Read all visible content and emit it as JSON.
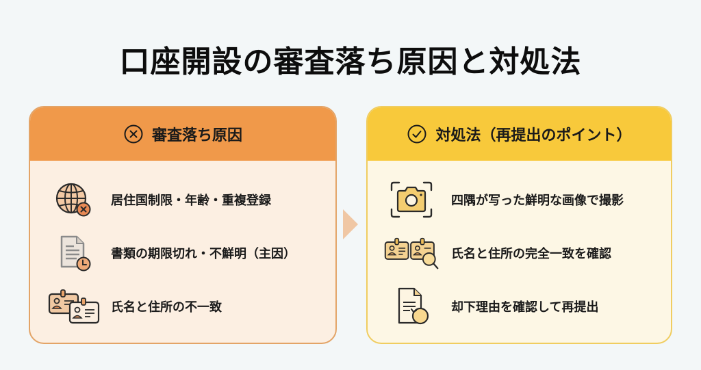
{
  "title": "口座開設の審査落ち原因と対処法",
  "colors": {
    "background": "#f3f7f8",
    "left_header": "#f0994a",
    "left_body": "#fcefe2",
    "left_border": "#e3a467",
    "right_header": "#f8c93b",
    "right_body": "#fdf7e5",
    "right_border": "#f0cd60",
    "arrow": "#f0c7a4"
  },
  "left_panel": {
    "header_icon": "circle-x-icon",
    "header": "審査落ち原因",
    "items": [
      {
        "icon": "globe-x-icon",
        "label": "居住国制限・年齢・重複登録"
      },
      {
        "icon": "document-clock-icon",
        "label": "書類の期限切れ・不鮮明（主因）"
      },
      {
        "icon": "id-cards-icon",
        "label": "氏名と住所の不一致"
      }
    ]
  },
  "right_panel": {
    "header_icon": "circle-check-icon",
    "header": "対処法（再提出のポイント）",
    "items": [
      {
        "icon": "camera-frame-icon",
        "label": "四隅が写った鮮明な画像で撮影"
      },
      {
        "icon": "id-cards-search-icon",
        "label": "氏名と住所の完全一致を確認"
      },
      {
        "icon": "document-resubmit-icon",
        "label": "却下理由を確認して再提出"
      }
    ]
  },
  "connector": {
    "icon": "arrow-right-icon"
  }
}
